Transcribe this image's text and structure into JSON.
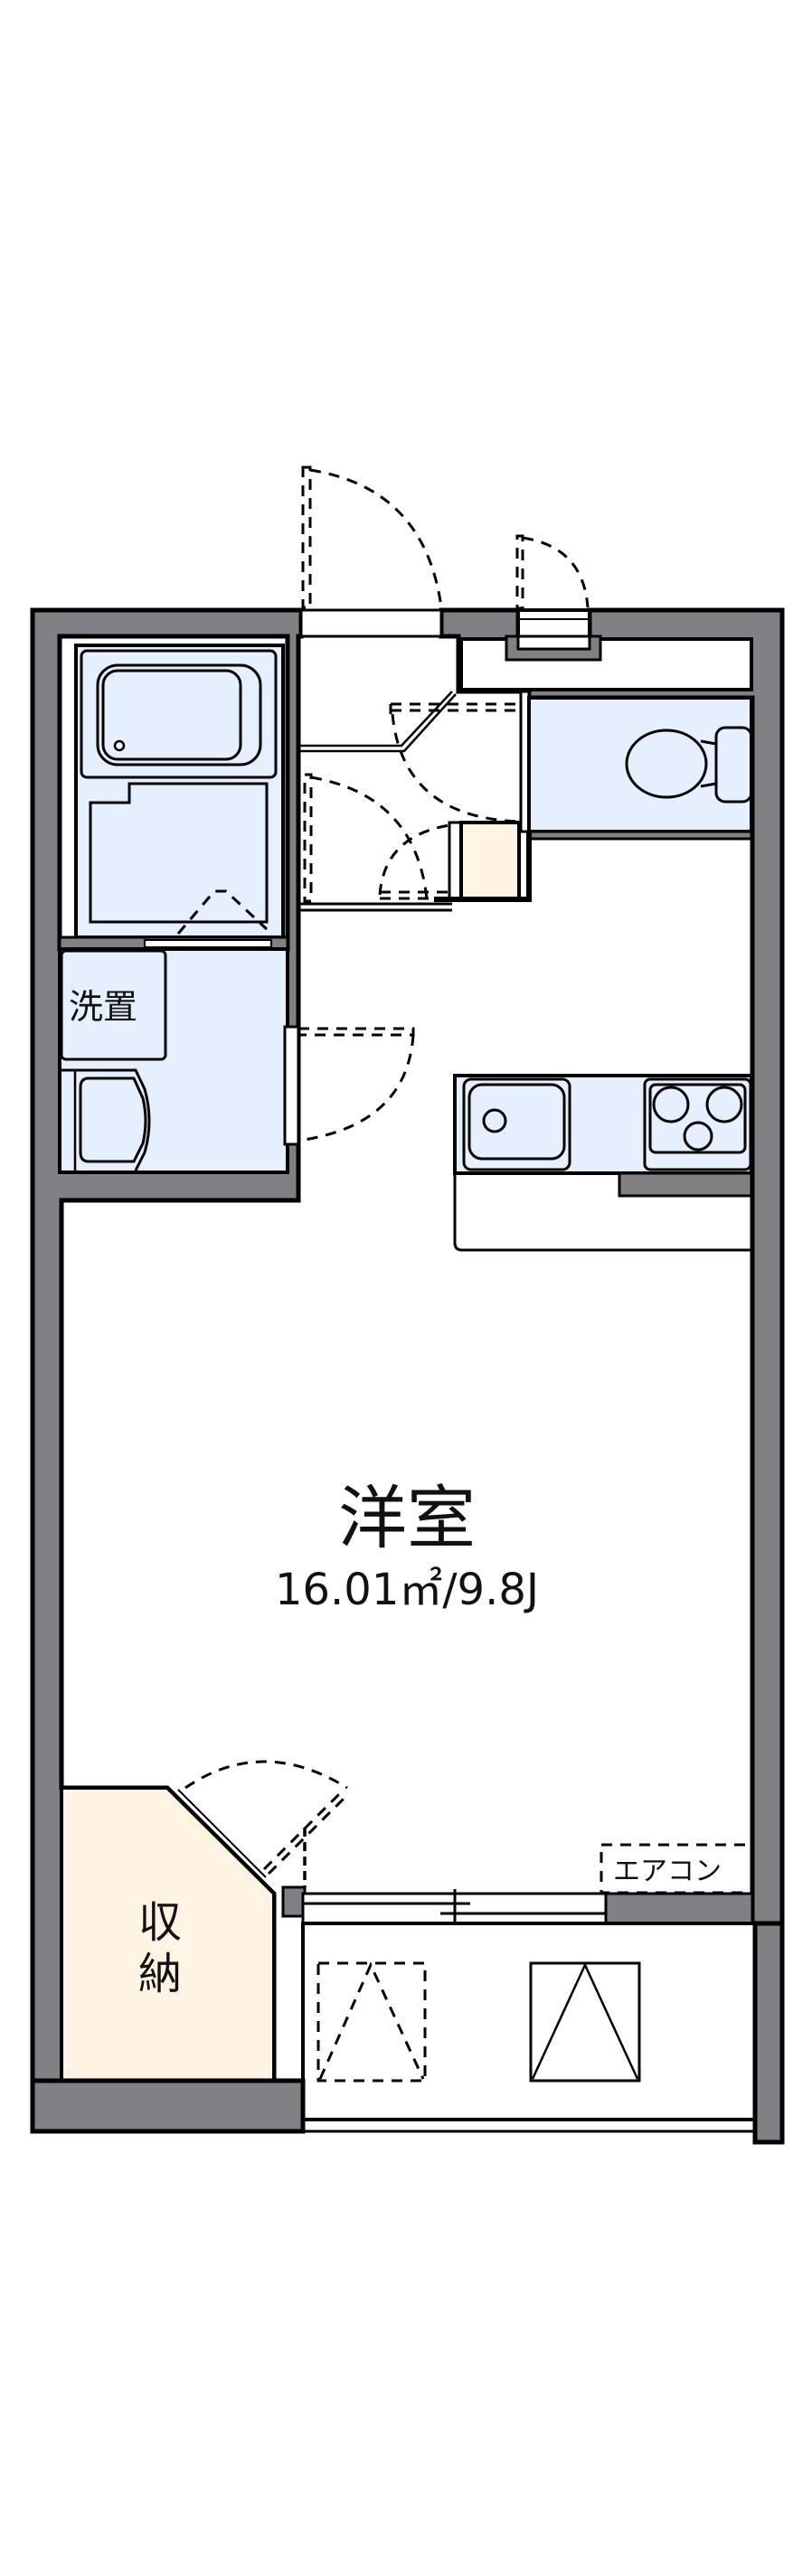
{
  "floorplan": {
    "rooms": {
      "western_room": {
        "name": "洋室",
        "area": "16.01㎡/9.8J"
      },
      "washroom": {
        "label": "洗置"
      },
      "storage": {
        "label_line1": "収",
        "label_line2": "納"
      },
      "aircon": {
        "label": "エアコン"
      }
    },
    "colors": {
      "wall": "#818085",
      "wet_area": "#e5effd",
      "storage": "#fff4e3",
      "line": "#000000"
    }
  }
}
